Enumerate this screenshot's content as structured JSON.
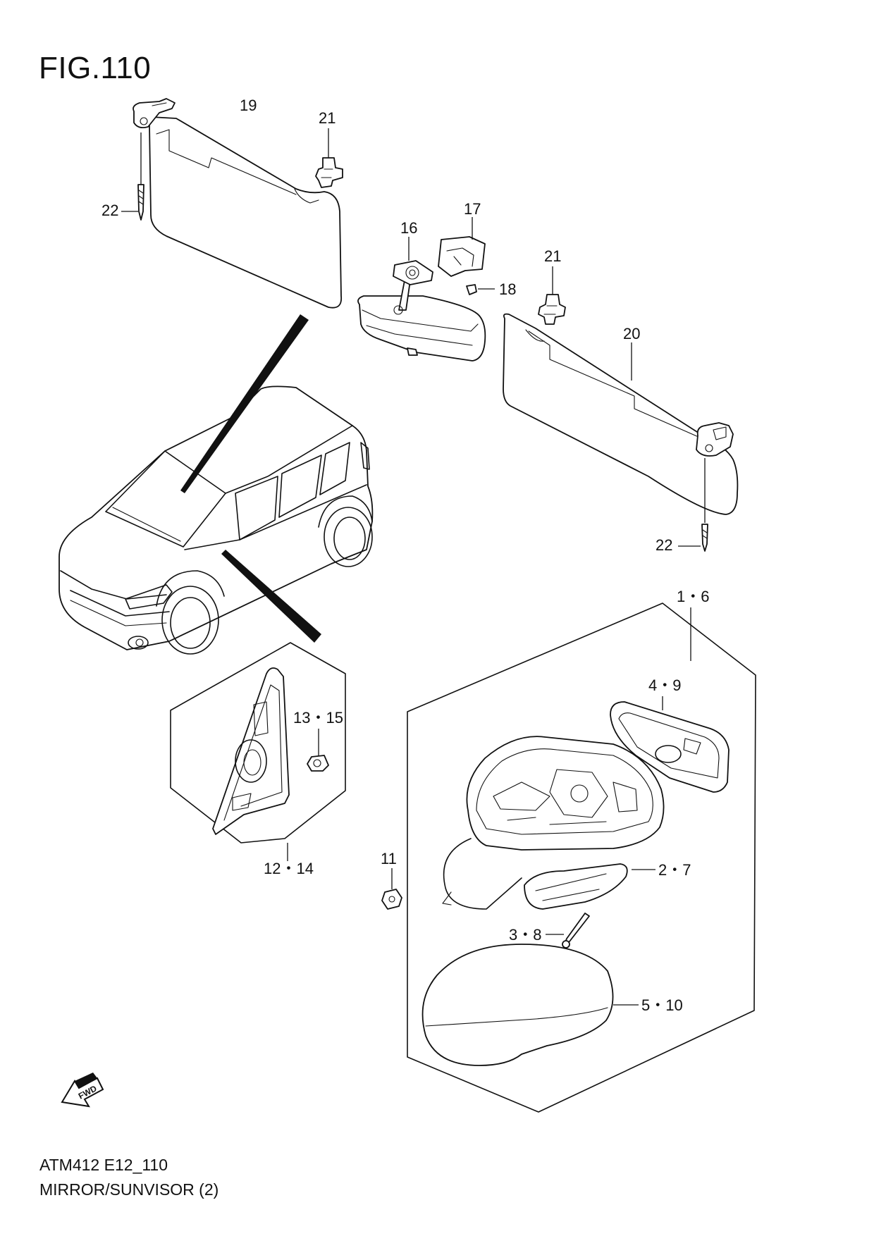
{
  "figure": {
    "title": "FIG.110",
    "code": "ATM412 E12_110",
    "name": "MIRROR/SUNVISOR (2)"
  },
  "callouts": {
    "p19": "19",
    "p21a": "21",
    "p22a": "22",
    "p16": "16",
    "p17": "17",
    "p18": "18",
    "p21b": "21",
    "p20": "20",
    "p22b": "22",
    "p1_6": "1・6",
    "p4_9": "4・9",
    "p13_15": "13・15",
    "p12_14": "12・14",
    "p11": "11",
    "p2_7": "2・7",
    "p3_8": "3・8",
    "p5_10": "5・10"
  },
  "fwd_arrow": "FWD",
  "colors": {
    "line": "#111111",
    "background": "#ffffff"
  }
}
